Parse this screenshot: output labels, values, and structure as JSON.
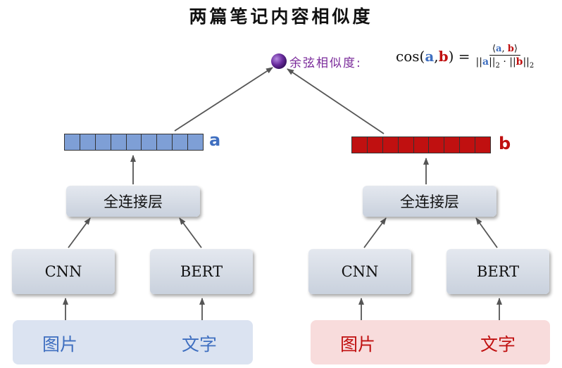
{
  "title": "两篇笔记内容相似度",
  "similarity": {
    "label": "余弦相似度:",
    "lhs_fn": "cos(",
    "arg_a": "a",
    "comma": ",",
    "arg_b": "b",
    "rhs_close": ") =",
    "num_open": "⟨",
    "num_close": "⟩",
    "den_norm_open": "||",
    "den_norm_close": "||",
    "den_sub": "2",
    "den_dot": " · "
  },
  "left": {
    "vector_label": "a",
    "fc_label": "全连接层",
    "cnn_label": "CNN",
    "bert_label": "BERT",
    "image_label": "图片",
    "text_label": "文字"
  },
  "right": {
    "vector_label": "b",
    "fc_label": "全连接层",
    "cnn_label": "CNN",
    "bert_label": "BERT",
    "image_label": "图片",
    "text_label": "文字"
  },
  "colors": {
    "vector_a": "#7e9fd6",
    "vector_b": "#c01010",
    "similarity_node": "#6a2c9e",
    "label_a": "#3f6fc0",
    "label_b": "#c01010",
    "input_panel_left": "#dbe3f1",
    "input_panel_right": "#f8dcdc"
  }
}
